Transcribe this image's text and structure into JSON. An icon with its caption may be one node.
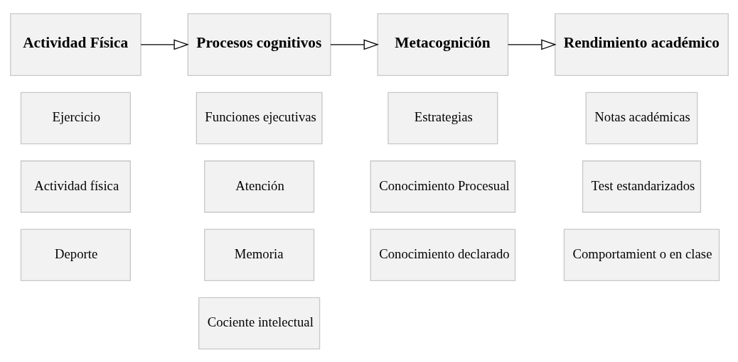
{
  "diagram": {
    "nodes": [
      {
        "text": [
          "Actividad Física"
        ]
      },
      {
        "text": [
          "Procesos cognitivos"
        ]
      },
      {
        "text": [
          "Metacognición"
        ]
      },
      {
        "text": [
          "Rendimiento académico"
        ]
      },
      {
        "text": [
          "Ejercicio"
        ]
      },
      {
        "text": [
          "Actividad física"
        ]
      },
      {
        "text": [
          "Deporte"
        ]
      },
      {
        "text": [
          "Funciones ejecutivas"
        ]
      },
      {
        "text": [
          "Atención"
        ]
      },
      {
        "text": [
          "Memoria"
        ]
      },
      {
        "text": [
          "Cociente intelectual"
        ]
      },
      {
        "text": [
          "Estrategias"
        ]
      },
      {
        "text": [
          "Conocimiento Procesual"
        ]
      },
      {
        "text": [
          "Conocimiento declarado"
        ]
      },
      {
        "text": [
          "Notas académicas"
        ]
      },
      {
        "text": [
          "Test estandarizados"
        ]
      },
      {
        "text": [
          "Comportamient o en clase"
        ]
      }
    ],
    "edges": [
      {
        "from": 0,
        "to": 1,
        "arrow": "to"
      },
      {
        "from": 1,
        "to": 2,
        "arrow": "to"
      },
      {
        "from": 2,
        "to": 3,
        "arrow": "to"
      }
    ]
  }
}
